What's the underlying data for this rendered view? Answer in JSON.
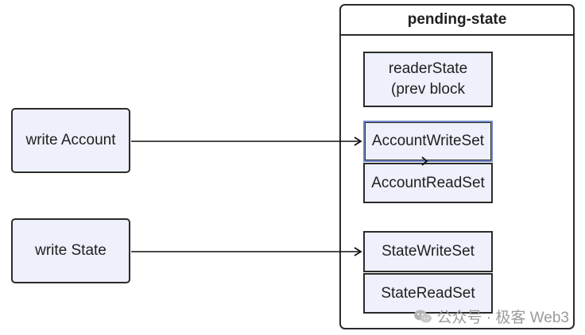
{
  "left_nodes": {
    "write_account": "write Account",
    "write_state": "write State"
  },
  "container": {
    "title": "pending-state",
    "reader_state_line1": "readerState",
    "reader_state_line2": "(prev block",
    "account_write_set": "AccountWriteSet",
    "account_read_set": "AccountReadSet",
    "state_write_set": "StateWriteSet",
    "state_read_set": "StateReadSet"
  },
  "watermark": {
    "text": "公众号 · 极客 Web3",
    "icon": "wechat-icon"
  },
  "colors": {
    "box_fill": "#eef0fb",
    "stroke": "#2b2b2b",
    "selected_border": "#6f86c9",
    "watermark": "#9a9a9a"
  }
}
